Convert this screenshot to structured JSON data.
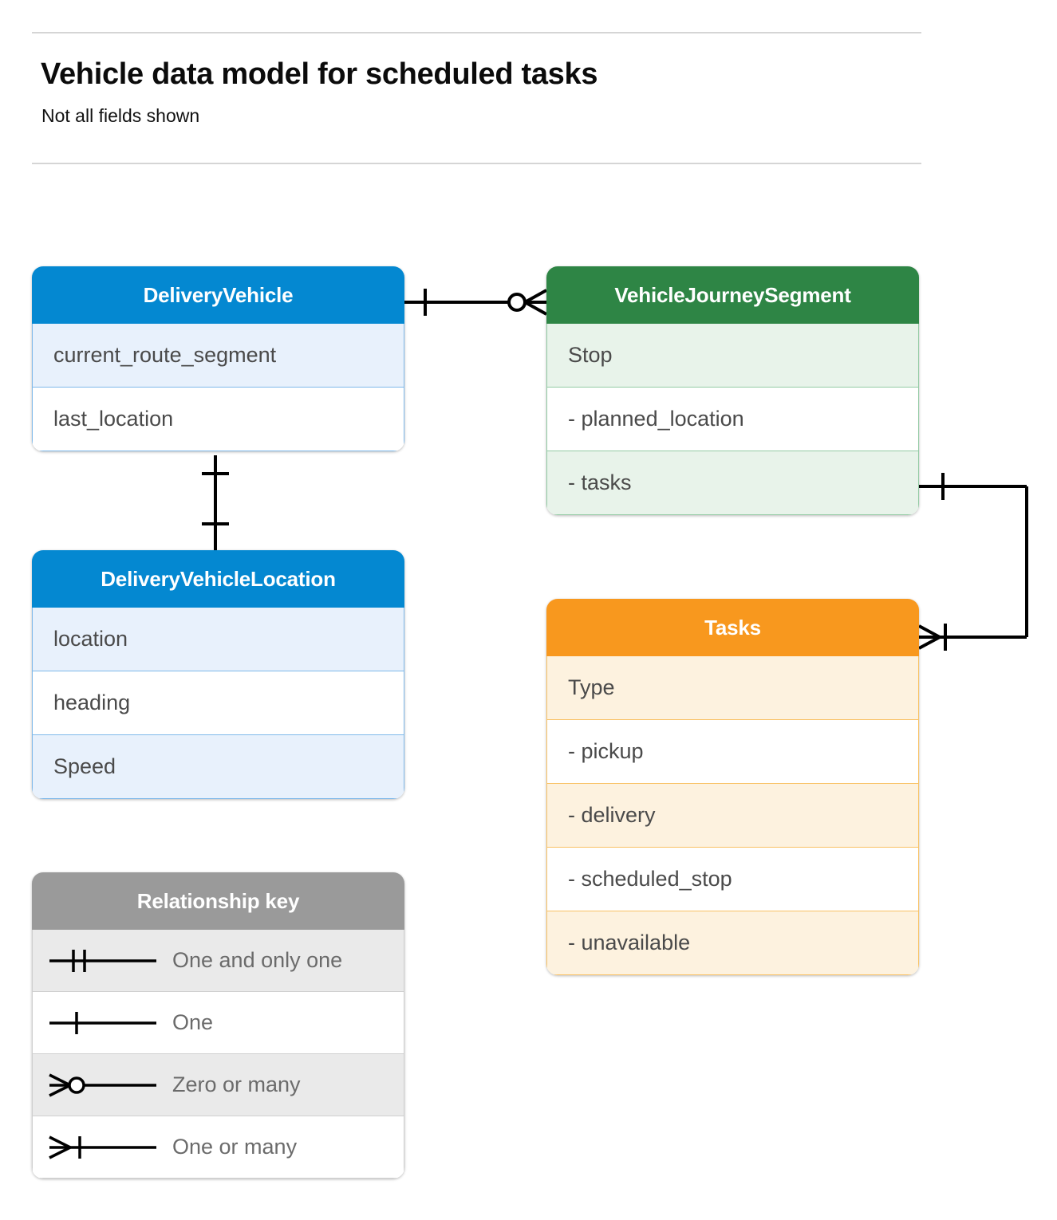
{
  "header": {
    "title": "Vehicle data model for scheduled tasks",
    "subtitle": "Not all fields shown"
  },
  "colors": {
    "blue": "#0488d1",
    "blue_row": "#e8f1fc",
    "blue_border": "#7fb9ea",
    "green": "#2e8545",
    "green_row": "#e8f3ea",
    "green_border": "#93cba4",
    "orange": "#f8981e",
    "orange_row": "#fdf2df",
    "orange_border": "#f9c264",
    "grey": "#9a9a9a",
    "grey_row": "#eaeaea",
    "grey_border": "#cfcfcf",
    "line": "#000000",
    "text": "#4a4a4a",
    "rule": "#d5d5d5"
  },
  "entities": {
    "delivery_vehicle": {
      "title": "DeliveryVehicle",
      "rows": [
        "current_route_segment",
        "last_location"
      ]
    },
    "delivery_vehicle_location": {
      "title": "DeliveryVehicleLocation",
      "rows": [
        "location",
        "heading",
        "Speed"
      ]
    },
    "vehicle_journey_segment": {
      "title": "VehicleJourneySegment",
      "rows": [
        "Stop",
        "-  planned_location",
        "- tasks"
      ]
    },
    "tasks": {
      "title": "Tasks",
      "rows": [
        "Type",
        "-  pickup",
        "-  delivery",
        "-  scheduled_stop",
        "-  unavailable"
      ]
    }
  },
  "legend": {
    "title": "Relationship key",
    "items": [
      {
        "symbol": "one-and-only-one-icon",
        "label": "One and only one"
      },
      {
        "symbol": "one-icon",
        "label": "One"
      },
      {
        "symbol": "zero-or-many-icon",
        "label": "Zero or many"
      },
      {
        "symbol": "one-or-many-icon",
        "label": "One or many"
      }
    ]
  },
  "relationships": [
    {
      "name": "delivery-vehicle-to-journey-segment",
      "from": "DeliveryVehicle",
      "to": "VehicleJourneySegment",
      "from_cardinality": "One",
      "to_cardinality": "Zero or many"
    },
    {
      "name": "delivery-vehicle-to-vehicle-location",
      "from": "DeliveryVehicle",
      "to": "DeliveryVehicleLocation",
      "from_cardinality": "One",
      "to_cardinality": "One"
    },
    {
      "name": "journey-segment-tasks-to-tasks",
      "from": "VehicleJourneySegment.tasks",
      "to": "Tasks",
      "from_cardinality": "One",
      "to_cardinality": "One or many"
    }
  ]
}
